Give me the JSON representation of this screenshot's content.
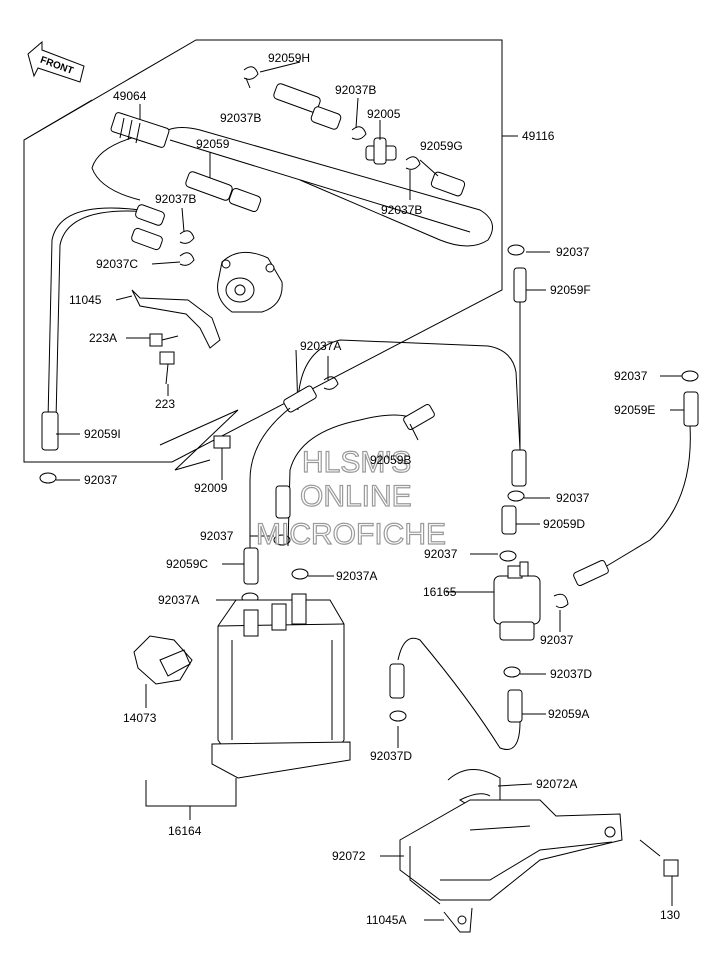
{
  "front_label": "FRONT",
  "watermark": [
    "HLSM'S",
    "ONLINE",
    "MICROFICHE"
  ],
  "labels": {
    "l49064": "49064",
    "l92059H": "92059H",
    "l92037B_1": "92037B",
    "l92037B_2": "92037B",
    "l92005": "92005",
    "l92059": "92059",
    "l92059G": "92059G",
    "l49116": "49116",
    "l92037B_3": "92037B",
    "l92037B_4": "92037B",
    "l92037C": "92037C",
    "l11045": "11045",
    "l223A": "223A",
    "l223": "223",
    "l92059I": "92059I",
    "l92037_1": "92037",
    "l92037_2": "92037",
    "l92059F": "92059F",
    "l92037A_1": "92037A",
    "l92009": "92009",
    "l92059B": "92059B",
    "l92037_3": "92037",
    "l92037_4": "92037",
    "l92059E": "92059E",
    "l92059D": "92059D",
    "l92037_5": "92037",
    "l92059C": "92059C",
    "l92037A_2": "92037A",
    "l92037_6": "92037",
    "l92037A_3": "92037A",
    "l16165": "16165",
    "l92037_7": "92037",
    "l92037D_1": "92037D",
    "l14073": "14073",
    "l92059A": "92059A",
    "l92037D_2": "92037D",
    "l16164": "16164",
    "l92072A": "92072A",
    "l92072": "92072",
    "l11045A": "11045A",
    "l130": "130"
  }
}
